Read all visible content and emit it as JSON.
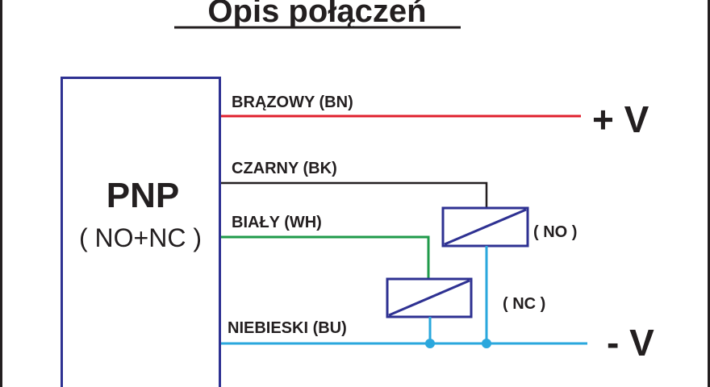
{
  "title": "Opis połączeń",
  "sensor": {
    "type": "PNP",
    "mode": "( NO+NC )"
  },
  "wires": {
    "brown": {
      "label": "BRĄZOWY (BN)",
      "color": "#e0202e"
    },
    "black": {
      "label": "CZARNY (BK)",
      "color": "#231f20"
    },
    "white": {
      "label": "BIAŁY (WH)",
      "color": "#1f9a4a"
    },
    "blue": {
      "label": "NIEBIESKI (BU)",
      "color": "#2aa7dd"
    }
  },
  "terminals": {
    "positive": "+ V",
    "negative": "- V"
  },
  "relays": {
    "no": "( NO )",
    "nc": "( NC )"
  },
  "colors": {
    "outline": "#2e3192",
    "text": "#231f20",
    "frame": "#231f20"
  }
}
